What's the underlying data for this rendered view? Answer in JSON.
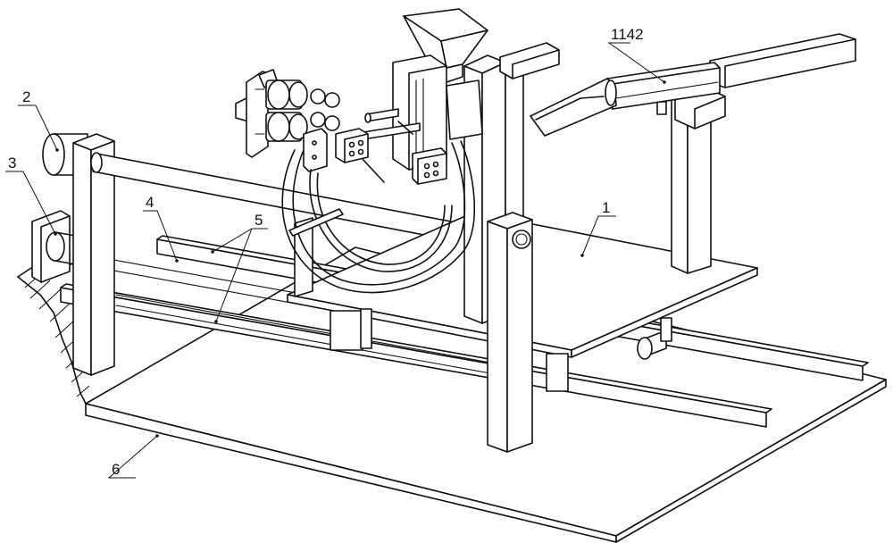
{
  "figure": {
    "labels": [
      {
        "id": "label-2",
        "text": "2"
      },
      {
        "id": "label-3",
        "text": "3"
      },
      {
        "id": "label-4",
        "text": "4"
      },
      {
        "id": "label-5",
        "text": "5"
      },
      {
        "id": "label-1",
        "text": "1"
      },
      {
        "id": "label-6",
        "text": "6"
      },
      {
        "id": "label-1142",
        "text": "1142"
      }
    ]
  }
}
